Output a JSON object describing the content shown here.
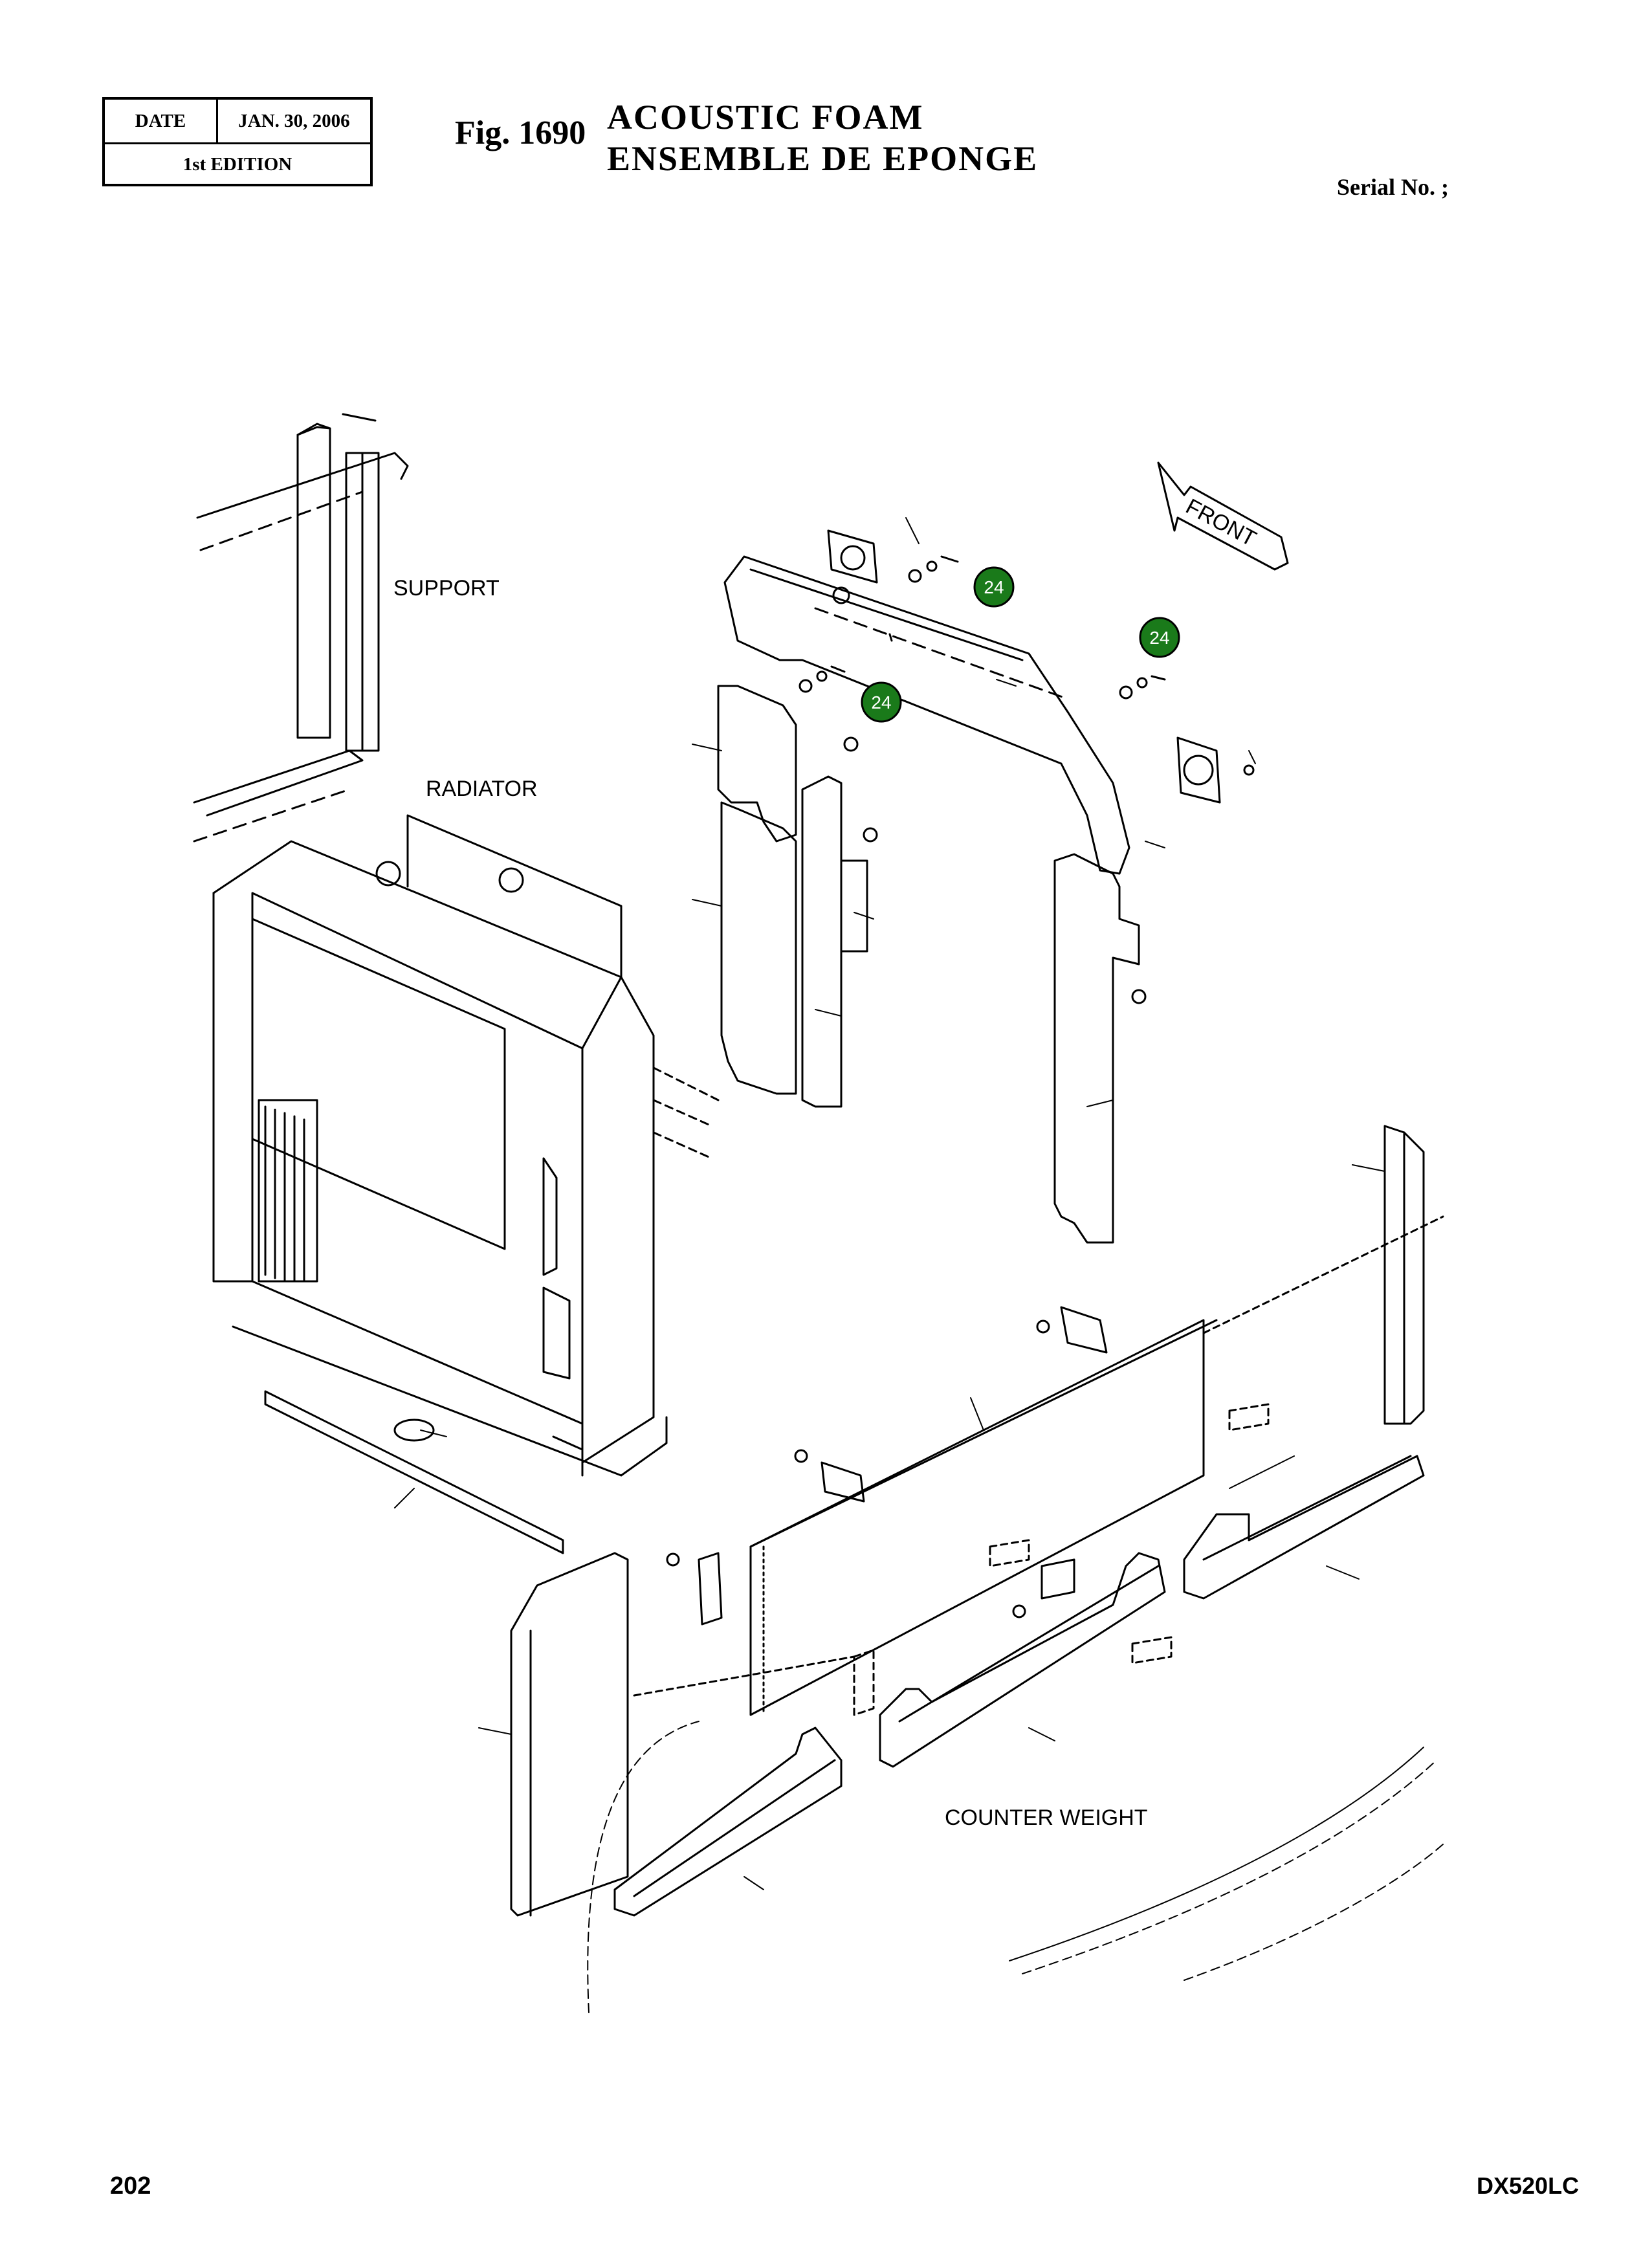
{
  "header": {
    "date_label": "DATE",
    "date_value": "JAN. 30, 2006",
    "edition": "1st EDITION",
    "figure_number": "Fig. 1690",
    "title_en": "ACOUSTIC  FOAM",
    "title_fr": "ENSEMBLE  DE  EPONGE",
    "serial": "Serial No. ;"
  },
  "diagram": {
    "labels": {
      "support": "SUPPORT",
      "radiator": "RADIATOR",
      "counter_weight": "COUNTER WEIGHT",
      "front": "FRONT"
    },
    "callouts": [
      "24",
      "24",
      "24"
    ],
    "callout_color": "#1a7a1a"
  },
  "footer": {
    "page_number": "202",
    "model": "DX520LC"
  }
}
